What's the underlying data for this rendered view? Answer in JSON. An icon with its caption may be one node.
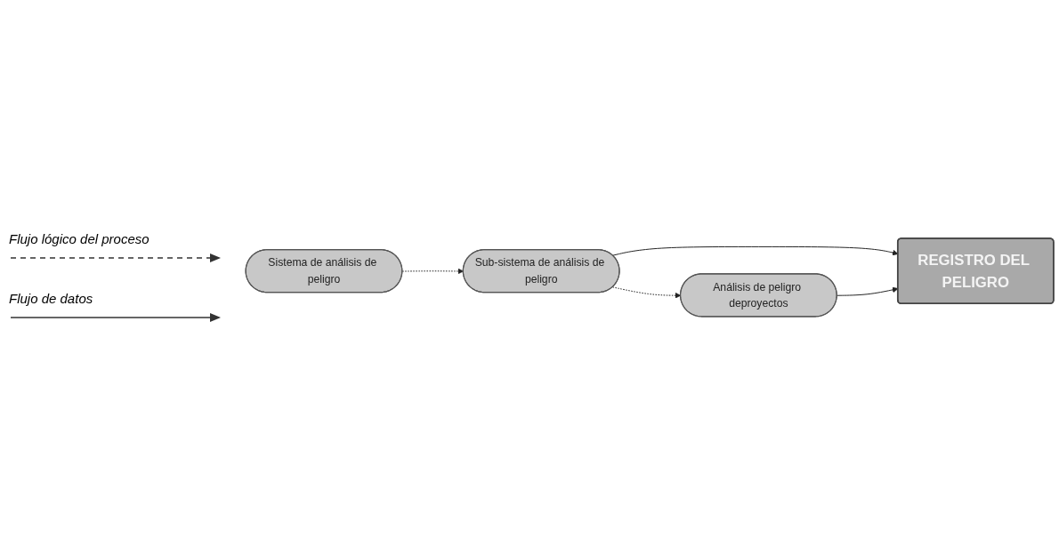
{
  "diagram": {
    "nodes": [
      {
        "text": [
          "Sistema de análisis de peligro"
        ]
      },
      {
        "text": [
          "Sub-sistema de análisis de peligro"
        ]
      },
      {
        "text": [
          "Análisis de peligro deproyectos"
        ]
      },
      {
        "text": [
          "REGISTRO DEL PELIGRO"
        ]
      }
    ],
    "edges": [
      {
        "from": 0,
        "to": 1,
        "arrow": "to",
        "style": "dashed"
      },
      {
        "from": 1,
        "to": 3,
        "arrow": "to"
      },
      {
        "from": 1,
        "to": 2,
        "arrow": "to",
        "style": "dashed"
      },
      {
        "from": 2,
        "to": 3,
        "arrow": "to"
      }
    ],
    "legend": [
      {
        "text": "Flujo lógico del proceso"
      },
      {
        "text": "Flujo de datos"
      }
    ]
  }
}
